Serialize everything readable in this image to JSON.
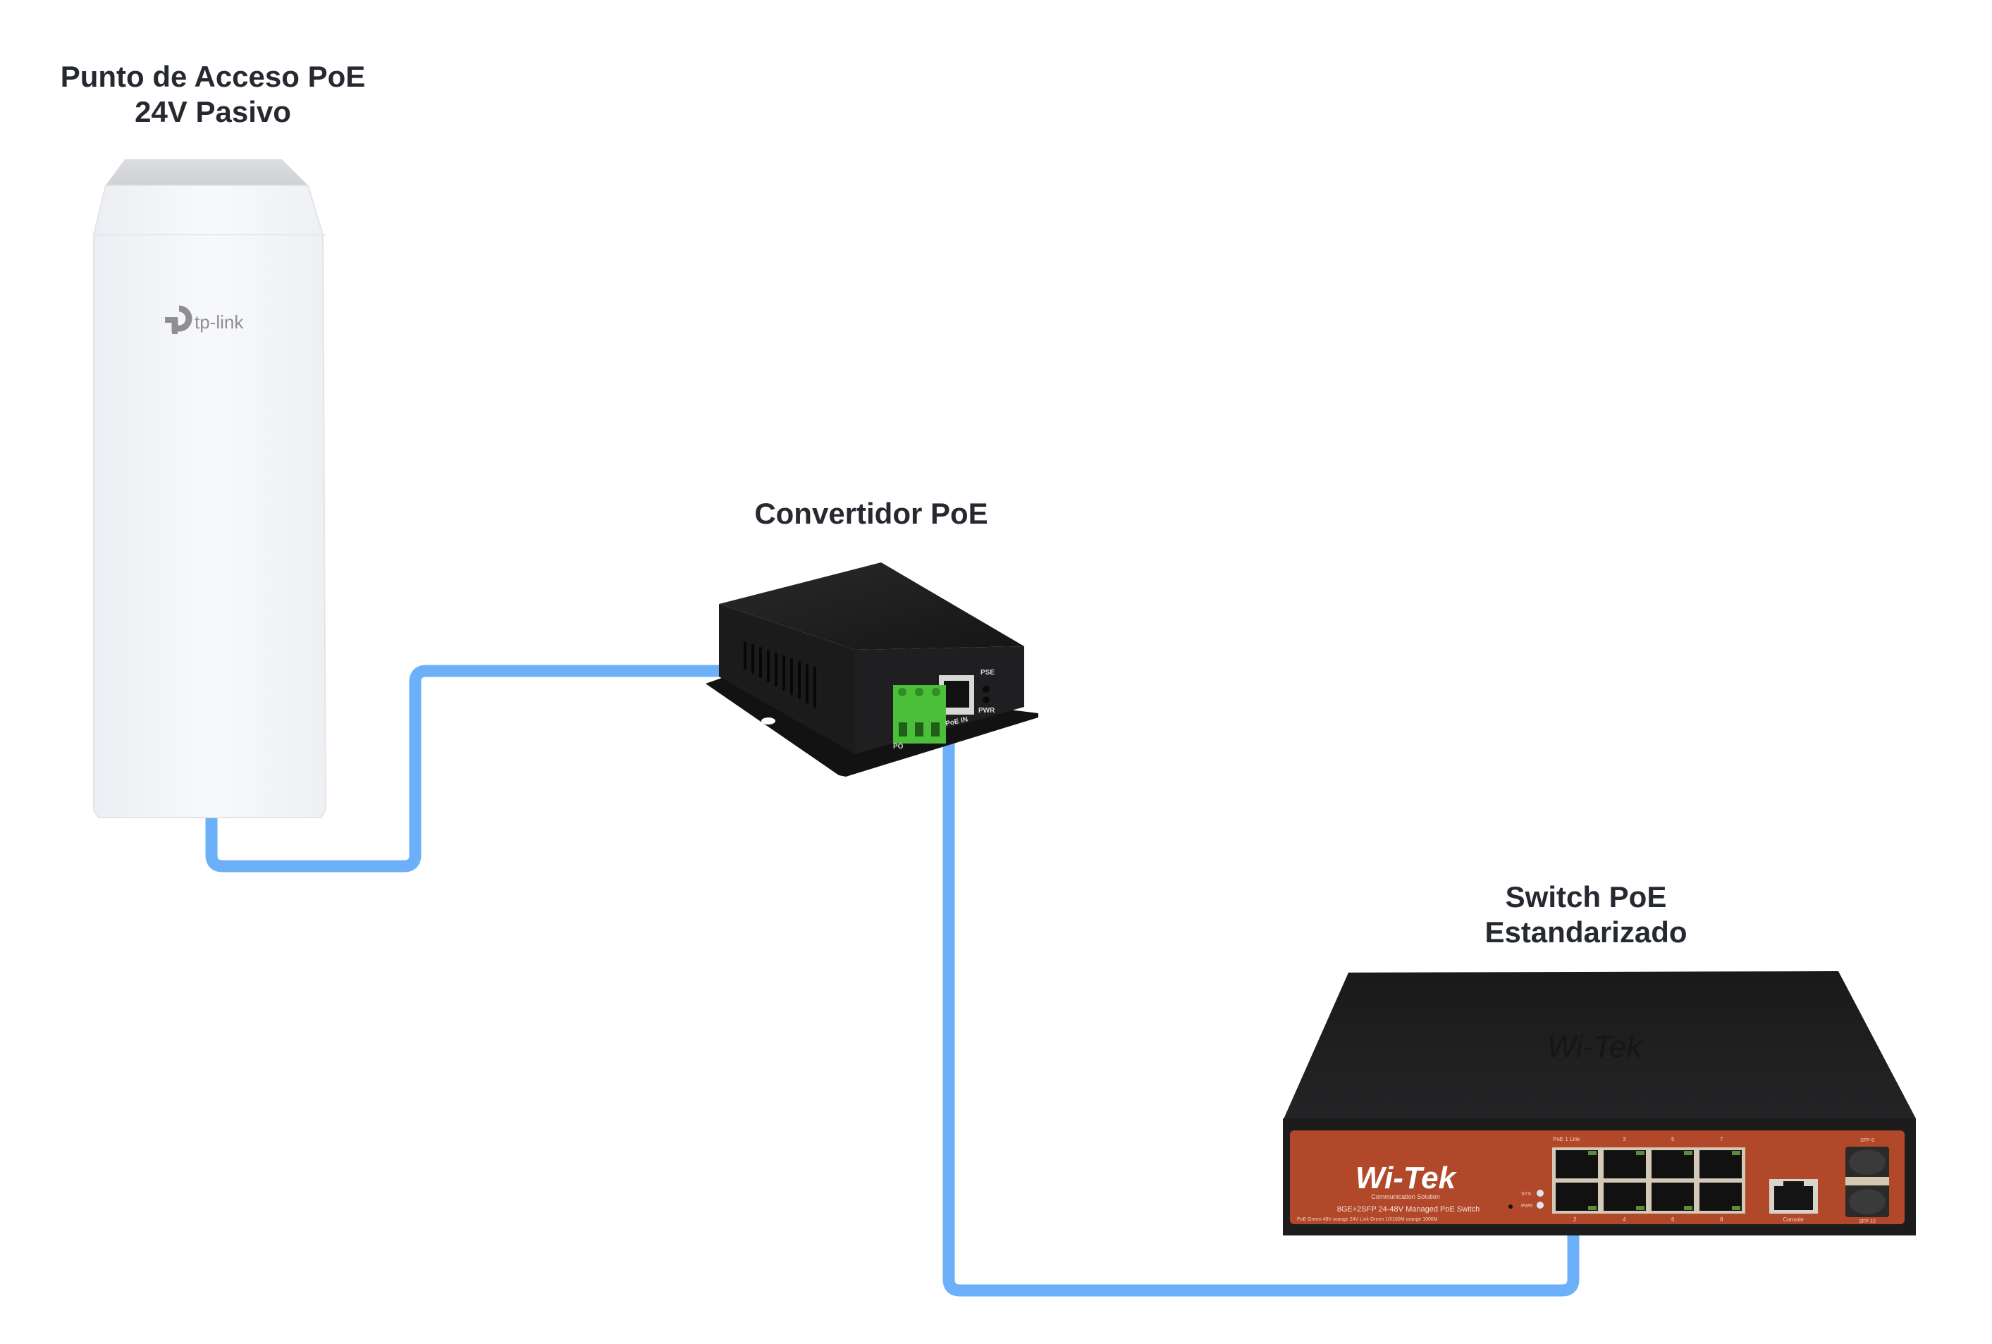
{
  "diagram": {
    "colors": {
      "background": "#ffffff",
      "cable": "#6cb0fa",
      "label_text": "#262a30",
      "ap_body": "#f3f4f8",
      "converter_body": "#1c1c1e",
      "terminal_green": "#4cbf3a",
      "switch_body": "#1e1e20",
      "switch_panel": "#b2482a"
    },
    "nodes": {
      "access_point": {
        "label_line1": "Punto de Acceso PoE",
        "label_line2": "24V Pasivo",
        "brand": "tp-link",
        "icon": "outdoor-access-point-icon"
      },
      "converter": {
        "label": "Convertidor PoE",
        "port_labels": {
          "pse": "PSE",
          "pwr": "PWR",
          "poe_in": "PoE IN",
          "poe_out": "PO"
        },
        "icon": "poe-converter-icon"
      },
      "switch": {
        "label_line1": "Switch PoE",
        "label_line2": "Estandarizado",
        "brand": "Wi-Tek",
        "tagline": "Communication Solution",
        "model": "8GE+2SFP 24-48V Managed PoE Switch",
        "legend": "PoE Green 48V orange 24V Link Green 10/100M orange 1000M",
        "led_sys": "SYS",
        "led_pwr": "PWR",
        "port_top_labels": [
          "PoE 1 Link",
          "3",
          "5",
          "7"
        ],
        "port_bottom_labels": [
          "2",
          "4",
          "6",
          "8"
        ],
        "console_label": "Console",
        "sfp_top_label": "SFP-9",
        "sfp_bottom_label": "SFP-10",
        "icon": "poe-switch-icon"
      }
    },
    "connections": [
      {
        "from": "access_point",
        "to": "converter",
        "type": "ethernet-cable"
      },
      {
        "from": "converter",
        "to": "switch",
        "type": "ethernet-cable"
      }
    ]
  }
}
